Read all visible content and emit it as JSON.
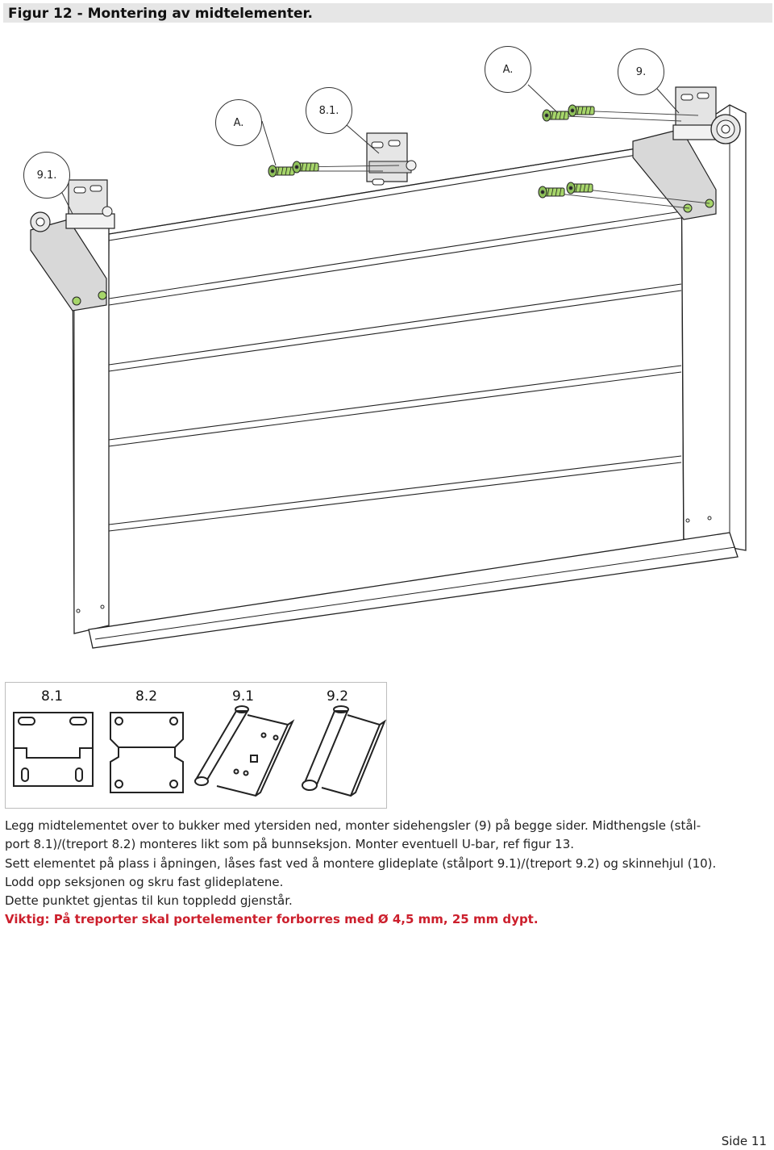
{
  "figure_title": "Figur 12 - Montering av midtelementer.",
  "callouts": {
    "left_bracket": "9.1.",
    "left_screw": "A.",
    "middle_hinge": "8.1.",
    "right_screw": "A.",
    "right_bracket": "9."
  },
  "detail_labels": [
    "8.1",
    "8.2",
    "9.1",
    "9.2"
  ],
  "instructions": {
    "line1": "Legg midtelementet over to bukker med ytersiden ned, monter sidehengsler (9) på begge sider. Midthengsle (stål-",
    "line2": "port 8.1)/(treport 8.2) monteres likt som på bunnseksjon. Monter eventuell U-bar, ref figur 13.",
    "line3": "Sett elementet på plass i åpningen, låses fast ved å montere glideplate (stålport 9.1)/(treport 9.2) og skinnehjul (10).",
    "line4": "Lodd opp seksjonen og skru fast glideplatene.",
    "line5": "Dette punktet gjentas til kun toppledd gjenstår.",
    "warning": "Viktig: På treporter skal portelementer forborres med Ø 4,5 mm, 25 mm dypt."
  },
  "page_number": "Side 11",
  "colors": {
    "header_bg": "#e6e6e6",
    "warning": "#cc1f2c",
    "screw_green": "#a6d56a",
    "bracket_fill": "#d8d8d8"
  }
}
